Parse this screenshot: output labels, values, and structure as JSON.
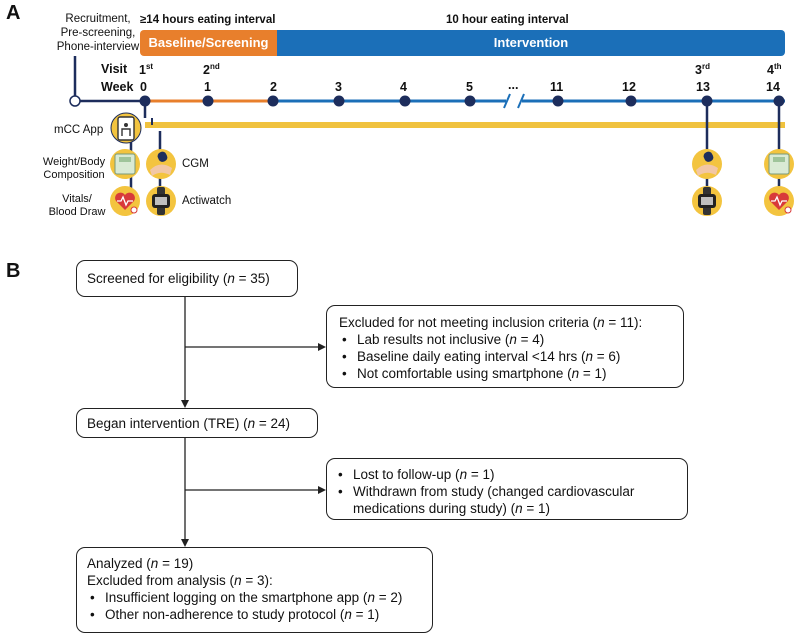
{
  "panel_a": {
    "letter": "A",
    "recruit_lines": [
      "Recruitment,",
      "Pre-screening,",
      "Phone-interview"
    ],
    "baseline_interval_label": "≥14 hours eating interval",
    "intervention_interval_label": "10 hour eating interval",
    "baseline_bar_label": "Baseline/Screening",
    "intervention_bar_label": "Intervention",
    "visit_label": "Visit",
    "week_label": "Week",
    "visits": [
      {
        "num": "1",
        "sup": "st"
      },
      {
        "num": "2",
        "sup": "nd"
      },
      {
        "num": "3",
        "sup": "rd"
      },
      {
        "num": "4",
        "sup": "th"
      }
    ],
    "weeks": [
      "0",
      "1",
      "2",
      "3",
      "4",
      "5",
      "...",
      "11",
      "12",
      "13",
      "14"
    ],
    "measures": {
      "app": "mCC App",
      "weight": [
        "Weight/Body",
        "Composition"
      ],
      "vitals": [
        "Vitals/",
        "Blood Draw"
      ],
      "cgm": "CGM",
      "actiwatch": "Actiwatch"
    },
    "colors": {
      "baseline": "#e87f2c",
      "intervention": "#1b6fb8",
      "app_line": "#f0c23e",
      "node": "#1d2d5c"
    }
  },
  "panel_b": {
    "letter": "B",
    "screened": {
      "text": "Screened for eligibility (",
      "n": "n",
      "eq": " = 35)"
    },
    "excluded": {
      "title_pre": "Excluded for not meeting inclusion criteria (",
      "title_n": "n",
      "title_post": " = 11):",
      "items": [
        {
          "pre": "Lab results not inclusive (",
          "n": "n",
          "post": " = 4)"
        },
        {
          "pre": "Baseline daily eating interval <14 hrs (",
          "n": "n",
          "post": " = 6)"
        },
        {
          "pre": "Not comfortable using smartphone (",
          "n": "n",
          "post": " = 1)"
        }
      ]
    },
    "began": {
      "text": "Began intervention (TRE) (",
      "n": "n",
      "eq": " = 24)"
    },
    "lost": {
      "items": [
        {
          "pre": "Lost to follow-up (",
          "n": "n",
          "post": " = 1)"
        },
        {
          "pre": "Withdrawn from study (changed cardiovascular medications during study) (",
          "n": "n",
          "post": " = 1)"
        }
      ]
    },
    "analyzed": {
      "line1_pre": "Analyzed (",
      "line1_n": "n",
      "line1_post": " = 19)",
      "line2_pre": "Excluded from analysis (",
      "line2_n": "n",
      "line2_post": " = 3):",
      "items": [
        {
          "pre": "Insufficient logging on the smartphone app (",
          "n": "n",
          "post": " = 2)"
        },
        {
          "pre": "Other non-adherence to study protocol (",
          "n": "n",
          "post": " = 1)"
        }
      ]
    }
  }
}
